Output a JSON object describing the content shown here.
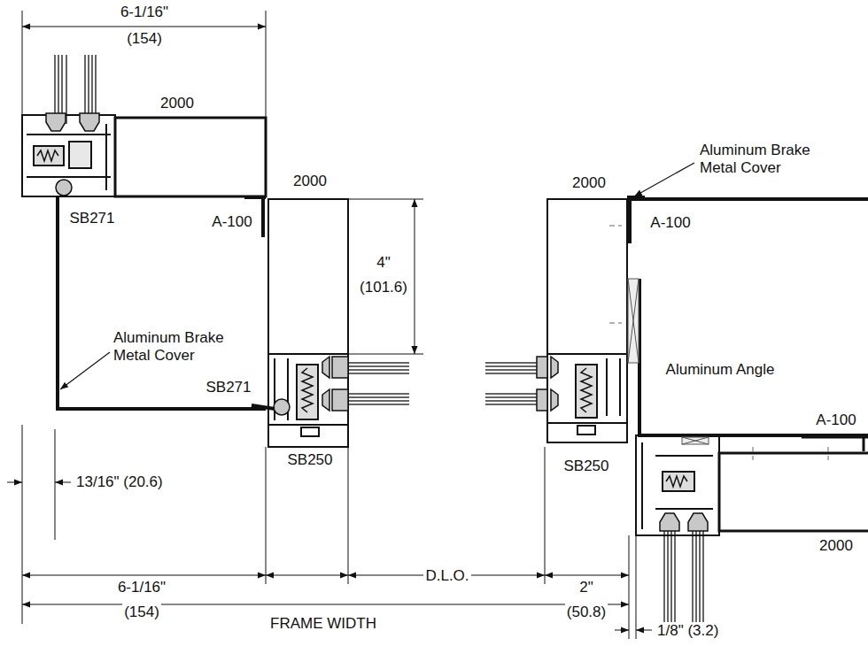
{
  "diagram": {
    "labels": [
      "6-1/16\"",
      "(154)",
      "2000",
      "2000",
      "A-100",
      "SB271",
      "4\"",
      "(101.6)",
      "Aluminum Brake Metal Cover",
      "SB271",
      "SB250",
      "13/16\" (20.6)",
      "6-1/16\"",
      "(154)",
      "D.L.O.",
      "2\"",
      "(50.8)",
      "FRAME WIDTH",
      "1/8\" (3.2)",
      "2000",
      "Aluminum Brake Metal Cover",
      "A-100",
      "Aluminum Angle",
      "A-100",
      "SB250",
      "2000"
    ]
  }
}
